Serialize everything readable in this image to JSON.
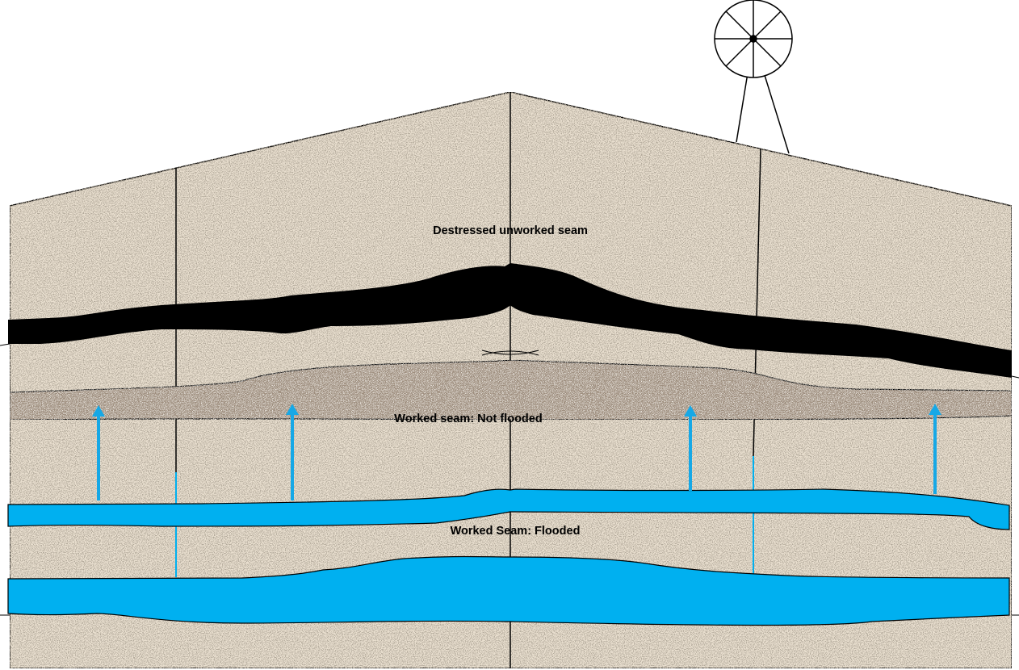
{
  "labels": {
    "destressed": "Destressed unworked seam",
    "not_flooded": "Worked seam: Not flooded",
    "flooded": "Worked Seam:  Flooded"
  },
  "icons": {
    "windmill": "windmill-icon",
    "arrow": "arrow-up-icon"
  },
  "colors": {
    "rock": "#e9dfcf",
    "coal": "#000000",
    "goaf": "#9e8e7e",
    "water": "#00b0f0",
    "arrow": "#16a8e6",
    "outline": "#000000"
  }
}
